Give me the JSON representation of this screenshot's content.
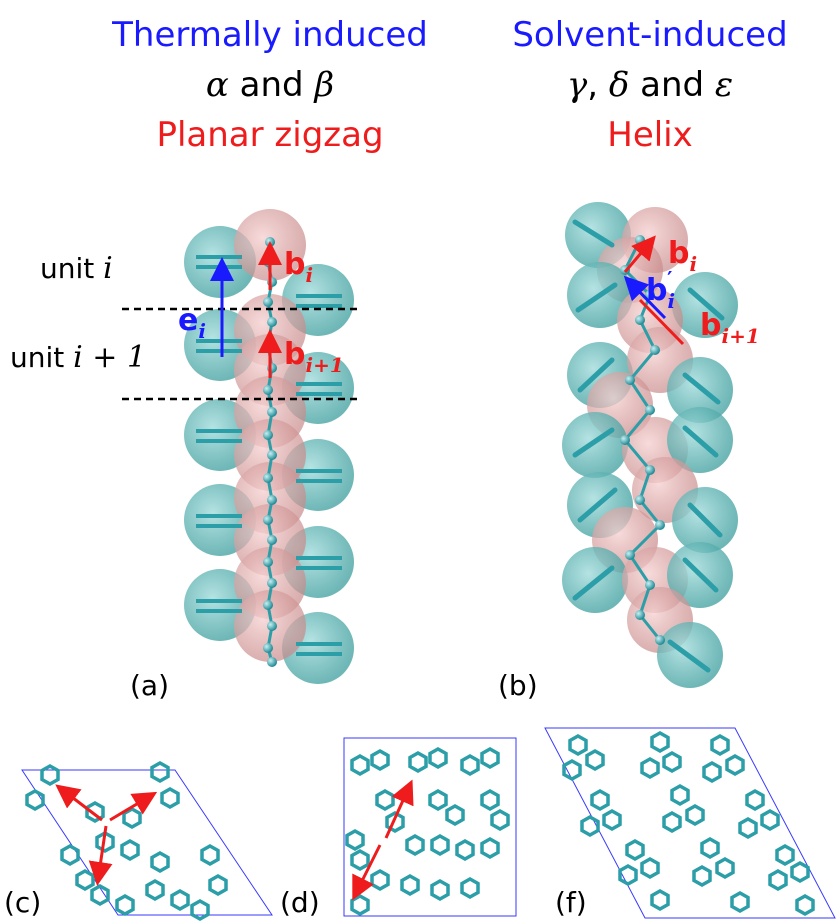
{
  "left_header": {
    "line1": "Thermally induced",
    "greek1": "α",
    "and": "and",
    "greek2": "β",
    "line3": "Planar zigzag"
  },
  "right_header": {
    "line1": "Solvent-induced",
    "greek1": "γ",
    "sep": ", ",
    "greek2": "δ",
    "and": "and",
    "greek3": "ε",
    "line3": "Helix"
  },
  "panel_a": {
    "unit_i_word": "unit",
    "unit_i_var": "i",
    "unit_i1_word": "unit",
    "unit_i1_var": "i + 1",
    "e_vec": "e",
    "e_sub": "i",
    "b_vec": "b",
    "b_sub": "i",
    "b_next_vec": "b",
    "b_next_sub": "i+1",
    "label": "(a)"
  },
  "panel_b": {
    "b_vec": "b",
    "b_sub": "i",
    "bprime_vec": "b",
    "bprime_sub": "i",
    "bprime_mark": "′",
    "b_next_vec": "b",
    "b_next_sub": "i+1",
    "label": "(b)"
  },
  "panel_c": {
    "label": "(c)"
  },
  "panel_d": {
    "label": "(d)"
  },
  "panel_f": {
    "label": "(f)"
  },
  "colors": {
    "title_blue": "#1a1aff",
    "title_red": "#ee1c1c",
    "teal_sphere": "#4fb3b3",
    "pink_sphere": "#e8a3a3",
    "atom": "#2c9ea8",
    "arrow_red": "#ee1c1c",
    "arrow_blue": "#1a1aff",
    "cell_border": "#3a3aff"
  }
}
